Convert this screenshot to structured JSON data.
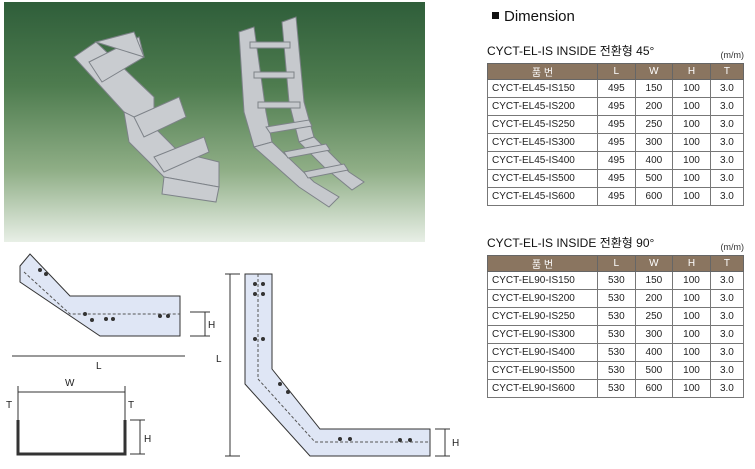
{
  "heading": "Dimension",
  "tables": [
    {
      "title": "CYCT-EL-IS INSIDE 전환형 45°",
      "unit": "(m/m)",
      "headers": [
        "품 번",
        "L",
        "W",
        "H",
        "T"
      ],
      "rows": [
        [
          "CYCT-EL45-IS150",
          "495",
          "150",
          "100",
          "3.0"
        ],
        [
          "CYCT-EL45-IS200",
          "495",
          "200",
          "100",
          "3.0"
        ],
        [
          "CYCT-EL45-IS250",
          "495",
          "250",
          "100",
          "3.0"
        ],
        [
          "CYCT-EL45-IS300",
          "495",
          "300",
          "100",
          "3.0"
        ],
        [
          "CYCT-EL45-IS400",
          "495",
          "400",
          "100",
          "3.0"
        ],
        [
          "CYCT-EL45-IS500",
          "495",
          "500",
          "100",
          "3.0"
        ],
        [
          "CYCT-EL45-IS600",
          "495",
          "600",
          "100",
          "3.0"
        ]
      ]
    },
    {
      "title": "CYCT-EL-IS INSIDE 전환형 90°",
      "unit": "(m/m)",
      "headers": [
        "품 번",
        "L",
        "W",
        "H",
        "T"
      ],
      "rows": [
        [
          "CYCT-EL90-IS150",
          "530",
          "150",
          "100",
          "3.0"
        ],
        [
          "CYCT-EL90-IS200",
          "530",
          "200",
          "100",
          "3.0"
        ],
        [
          "CYCT-EL90-IS250",
          "530",
          "250",
          "100",
          "3.0"
        ],
        [
          "CYCT-EL90-IS300",
          "530",
          "300",
          "100",
          "3.0"
        ],
        [
          "CYCT-EL90-IS400",
          "530",
          "400",
          "100",
          "3.0"
        ],
        [
          "CYCT-EL90-IS500",
          "530",
          "500",
          "100",
          "3.0"
        ],
        [
          "CYCT-EL90-IS600",
          "530",
          "600",
          "100",
          "3.0"
        ]
      ]
    }
  ],
  "dims": {
    "l": "L",
    "h": "H",
    "w": "W",
    "t": "T"
  }
}
